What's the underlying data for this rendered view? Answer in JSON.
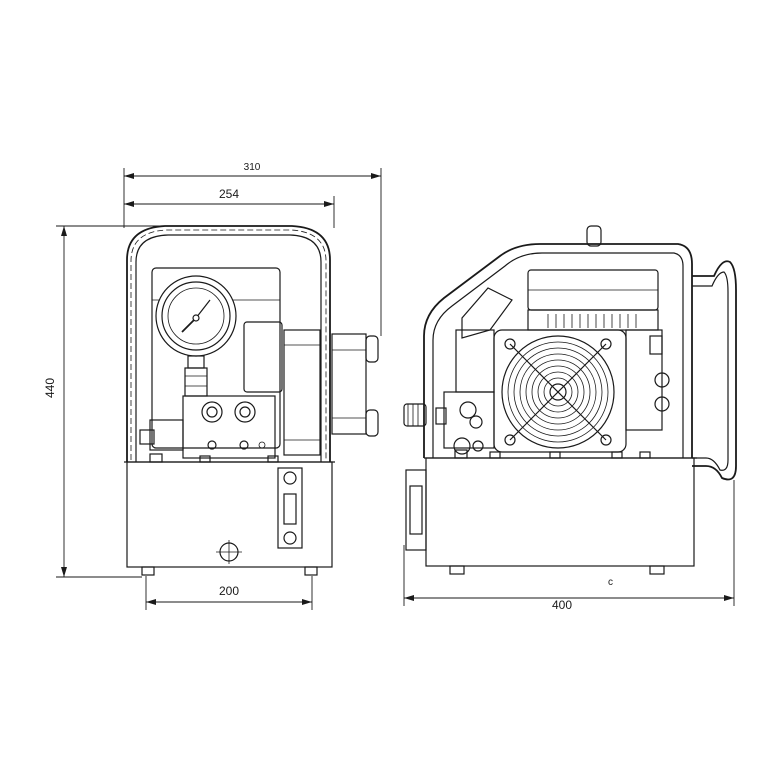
{
  "dimensions": {
    "overall_width": "310",
    "frame_width": "254",
    "height": "440",
    "base_width": "200",
    "length": "400"
  },
  "stray_mark": "c"
}
